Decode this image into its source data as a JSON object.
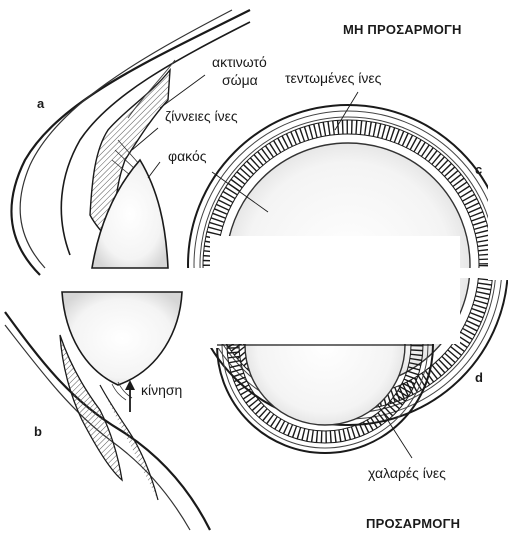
{
  "headings": {
    "top": "ΜΗ ΠΡΟΣΑΡΜΟΓΗ",
    "bottom": "ΠΡΟΣΑΡΜΟΓΗ"
  },
  "panel_letters": {
    "a": "a",
    "b": "b",
    "c": "c",
    "d": "d"
  },
  "labels": {
    "ciliary_body_line1": "ακτινωτό",
    "ciliary_body_line2": "σώμα",
    "zonular_fibers": "ζίννειες ίνες",
    "lens": "φακός",
    "taut_fibers": "τεντωμένες ίνες",
    "movement": "κίνηση",
    "slack_fibers": "χαλαρές ίνες"
  },
  "colors": {
    "ink": "#1a1a1a",
    "shade": "#6b6b6b",
    "light_fill": "#f2f2f2"
  }
}
